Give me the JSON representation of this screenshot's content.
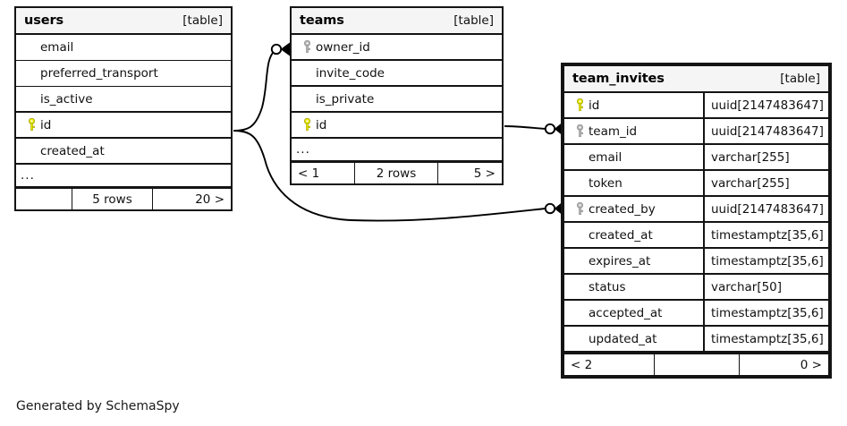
{
  "diagram": {
    "caption": "Generated by SchemaSpy",
    "table_tag": "[table]",
    "ellipsis": "...",
    "colors": {
      "primary_key": "#e8e800",
      "foreign_key": "#b3b3b3",
      "border": "#141414",
      "header_background": "#f5f5f5",
      "page_background": "#ffffff"
    }
  },
  "tables": {
    "users": {
      "name": "users",
      "tag": "[table]",
      "columns": [
        {
          "key": "none",
          "name": "email"
        },
        {
          "key": "none",
          "name": "preferred_transport"
        },
        {
          "key": "none",
          "name": "is_active"
        },
        {
          "key": "primary",
          "name": "id"
        },
        {
          "key": "none",
          "name": "created_at"
        }
      ],
      "more_indicator": "...",
      "footer": {
        "left": "",
        "center": "5 rows",
        "right": "20 >"
      }
    },
    "teams": {
      "name": "teams",
      "tag": "[table]",
      "columns": [
        {
          "key": "foreign",
          "name": "owner_id"
        },
        {
          "key": "none",
          "name": "invite_code"
        },
        {
          "key": "none",
          "name": "is_private"
        },
        {
          "key": "primary",
          "name": "id"
        }
      ],
      "more_indicator": "...",
      "footer": {
        "left": "< 1",
        "center": "2 rows",
        "right": "5 >"
      }
    },
    "team_invites": {
      "name": "team_invites",
      "tag": "[table]",
      "columns": [
        {
          "key": "primary",
          "name": "id",
          "type": "uuid[2147483647]"
        },
        {
          "key": "foreign",
          "name": "team_id",
          "type": "uuid[2147483647]"
        },
        {
          "key": "none",
          "name": "email",
          "type": "varchar[255]"
        },
        {
          "key": "none",
          "name": "token",
          "type": "varchar[255]"
        },
        {
          "key": "foreign",
          "name": "created_by",
          "type": "uuid[2147483647]"
        },
        {
          "key": "none",
          "name": "created_at",
          "type": "timestamptz[35,6]"
        },
        {
          "key": "none",
          "name": "expires_at",
          "type": "timestamptz[35,6]"
        },
        {
          "key": "none",
          "name": "status",
          "type": "varchar[50]"
        },
        {
          "key": "none",
          "name": "accepted_at",
          "type": "timestamptz[35,6]"
        },
        {
          "key": "none",
          "name": "updated_at",
          "type": "timestamptz[35,6]"
        }
      ],
      "footer": {
        "left": "< 2",
        "center": "",
        "right": "0 >"
      }
    }
  },
  "relationships": [
    {
      "name": "users-id-to-teams-owner-id",
      "from_table": "users",
      "from_column": "id",
      "to_table": "teams",
      "to_column": "owner_id",
      "cardinality": "zero-or-many"
    },
    {
      "name": "users-id-to-team-invites-created-by",
      "from_table": "users",
      "from_column": "id",
      "to_table": "team_invites",
      "to_column": "created_by",
      "cardinality": "zero-or-many"
    },
    {
      "name": "teams-id-to-team-invites-team-id",
      "from_table": "teams",
      "from_column": "id",
      "to_table": "team_invites",
      "to_column": "team_id",
      "cardinality": "zero-or-many"
    }
  ]
}
